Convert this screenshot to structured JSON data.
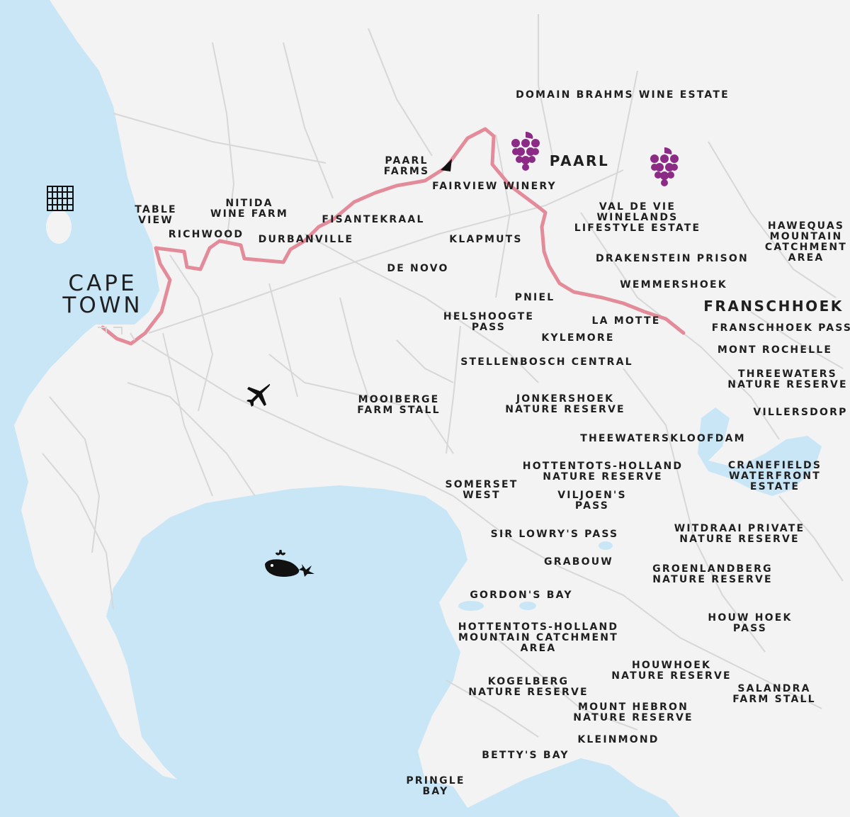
{
  "colors": {
    "sea": "#c9e6f7",
    "land": "#f3f3f3",
    "roads": "#d7d7d7",
    "route": "#e48b9a",
    "grapes": "#8b2b86",
    "text": "#1f1f1f"
  },
  "labels": {
    "cape_town": "CAPE\nTOWN",
    "paarl": "PAARL",
    "franschhoek": "FRANSCHHOEK",
    "domain_brahms": "DOMAIN BRAHMS WINE ESTATE",
    "paarl_farms": "PAARL\nFARMS",
    "fairview": "FAIRVIEW WINERY",
    "nitida": "NITIDA\nWINE FARM",
    "table_view": "TABLE\nVIEW",
    "richwood": "RICHWOOD",
    "durbanville": "DURBANVILLE",
    "fisantekraal": "FISANTEKRAAL",
    "klapmuts": "KLAPMUTS",
    "de_novo": "DE NOVO",
    "val_de_vie": "VAL DE VIE\nWINELANDS\nLIFESTYLE ESTATE",
    "hawequas": "HAWEQUAS\nMOUNTAIN\nCATCHMENT\nAREA",
    "drakenstein": "DRAKENSTEIN PRISON",
    "wemmershoek": "WEMMERSHOEK",
    "pniel": "PNIEL",
    "helshoogte": "HELSHOOGTE\nPASS",
    "la_motte": "LA MOTTE",
    "kylemore": "KYLEMORE",
    "franschhoek_pass": "FRANSCHHOEK PASS",
    "mont_rochelle": "MONT ROCHELLE",
    "stellenbosch": "STELLENBOSCH CENTRAL",
    "threewaters": "THREEWATERS\nNATURE RESERVE",
    "mooiberge": "MOOIBERGE\nFARM STALL",
    "jonkershoek": "JONKERSHOEK\nNATURE RESERVE",
    "villiersdorp": "VILLERSDORP",
    "theewaterskloof": "THEEWATERSKLOOFDAM",
    "hottentots_holland_nr": "HOTTENTOTS-HOLLAND\nNATURE RESERVE",
    "cranefields": "CRANEFIELDS\nWATERFRONT\nESTATE",
    "somerset_west": "SOMERSET\nWEST",
    "viljoens_pass": "VILJOEN'S\nPASS",
    "sir_lowrys": "SIR LOWRY'S PASS",
    "witdraai": "WITDRAAI PRIVATE\nNATURE RESERVE",
    "grabouw": "GRABOUW",
    "groenlandberg": "GROENLANDBERG\nNATURE RESERVE",
    "gordons_bay": "GORDON'S BAY",
    "houw_hoek_pass": "HOUW HOEK\nPASS",
    "hottentots_holland_mca": "HOTTENTOTS-HOLLAND\nMOUNTAIN CATCHMENT\nAREA",
    "houwhoek_nr": "HOUWHOEK\nNATURE RESERVE",
    "kogelberg": "KOGELBERG\nNATURE RESERVE",
    "salandra": "SALANDRA\nFARM STALL",
    "mount_hebron": "MOUNT HEBRON\nNATURE RESERVE",
    "kleinmond": "KLEINMOND",
    "bettys_bay": "BETTY'S BAY",
    "pringle_bay": "PRINGLE\nBAY"
  },
  "icons": {
    "airport": "airplane-icon",
    "whale": "whale-icon",
    "grapes": "grapes-icon",
    "prison": "prison-icon",
    "direction": "direction-arrow-icon"
  }
}
